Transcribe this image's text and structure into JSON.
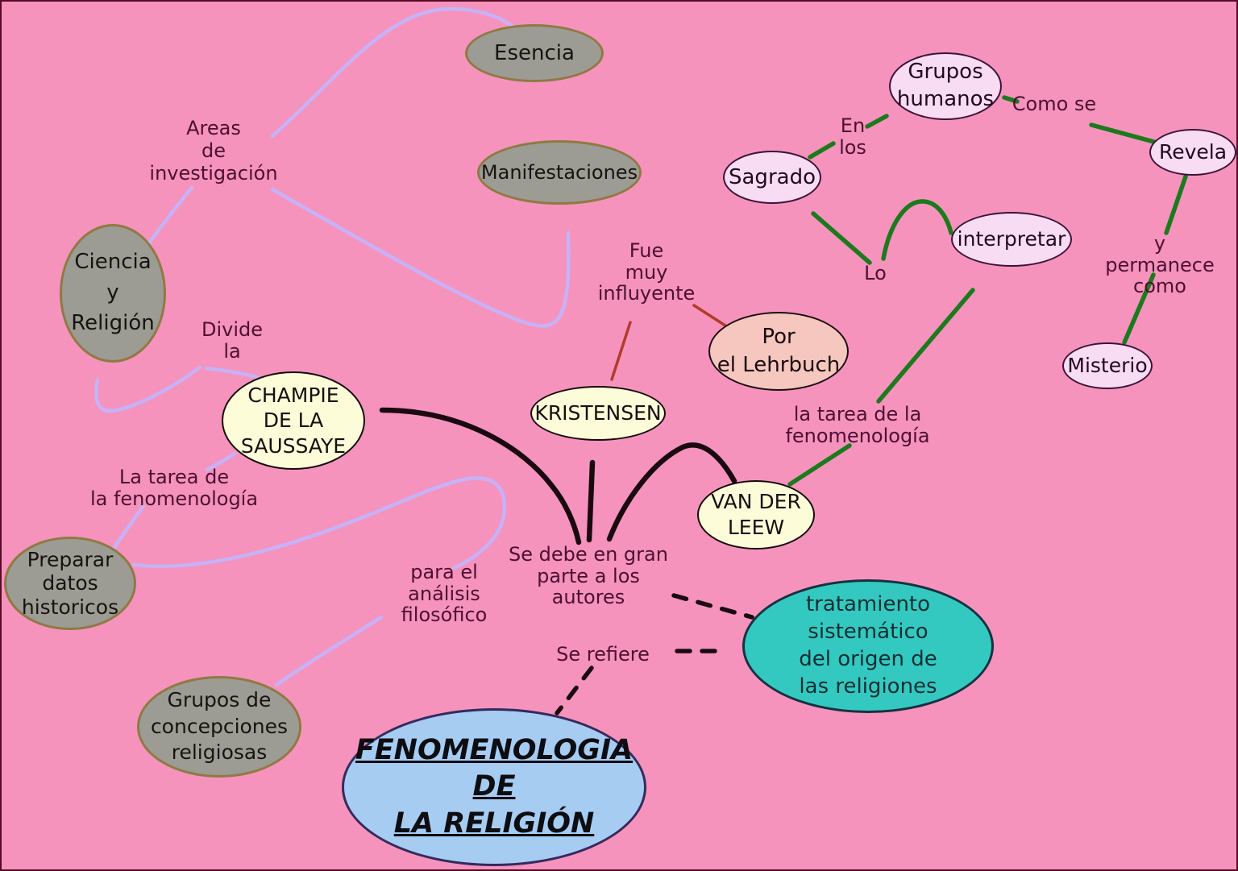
{
  "diagram_type": "concept-map",
  "background_color": "#f593bd",
  "palette": {
    "gray_node_fill": "#9c9c95",
    "gray_node_border": "#8f7a42",
    "pink_node_fill": "#f8dcf4",
    "pink_node_border": "#3e1338",
    "salmon_node_fill": "#f5c7bf",
    "yellow_node_fill": "#fdfcd9",
    "teal_node_fill": "#33c9c0",
    "blue_node_fill": "#a6ccf2",
    "lavender_link": "#c7b2f8",
    "green_link": "#1c7a1c",
    "darkred_link": "#b23b2c",
    "black_link": "#1a0a10",
    "label_text": "#4d1031"
  },
  "nodes": {
    "esencia": {
      "label": "Esencia",
      "fill": "#9c9c95"
    },
    "manifestaciones": {
      "label": "Manifestaciones",
      "fill": "#9c9c95"
    },
    "ciencia-religion": {
      "label": "Ciencia\ny\nReligión",
      "fill": "#9c9c95"
    },
    "preparar-datos": {
      "label": "Preparar\ndatos\nhistoricos",
      "fill": "#9c9c95"
    },
    "grupos-concepciones": {
      "label": "Grupos de\nconcepciones\nreligiosas",
      "fill": "#9c9c95"
    },
    "grupos-humanos": {
      "label": "Grupos\nhumanos",
      "fill": "#f8dcf4"
    },
    "sagrado": {
      "label": "Sagrado",
      "fill": "#f8dcf4"
    },
    "revela": {
      "label": "Revela",
      "fill": "#f8dcf4"
    },
    "interpretar": {
      "label": "interpretar",
      "fill": "#f8dcf4"
    },
    "misterio": {
      "label": "Misterio",
      "fill": "#f8dcf4"
    },
    "por-el-lehrbuch": {
      "label": "Por\nel Lehrbuch",
      "fill": "#f5c7bf"
    },
    "kristensen": {
      "label": "KRISTENSEN",
      "fill": "#fdfcd9"
    },
    "champie": {
      "label": "CHAMPIE\nDE LA\nSAUSSAYE",
      "fill": "#fdfcd9"
    },
    "van-der-leew": {
      "label": "VAN DER\nLEEW",
      "fill": "#fdfcd9"
    },
    "tratamiento": {
      "label": "tratamiento sistemático\ndel origen de\nlas religiones",
      "fill": "#33c9c0"
    },
    "fenomenologia": {
      "label": "FENOMENOLOGIA DE\nLA RELIGIÓN",
      "fill": "#a6ccf2"
    }
  },
  "labels": {
    "areas": "Areas\nde\ninvestigación",
    "divide-la": "Divide\nla",
    "la-tarea-left": "La tarea de\nla fenomenología",
    "fue-muy": "Fue\nmuy\ninfluyente",
    "en-los": "En\nlos",
    "como-se": "Como se",
    "lo": "Lo",
    "y-permanece": "y permanece\ncomo",
    "la-tarea-right": "la tarea de la\nfenomenología",
    "se-debe": "Se debe en gran\nparte a los\nautores",
    "para-el": "para el\nanálisis\nfilosófico",
    "se-refiere": "Se refiere"
  },
  "edges": [
    {
      "from": "areas",
      "to": "esencia",
      "color": "lavender",
      "arrow": false
    },
    {
      "from": "areas",
      "to": "ciencia-religion",
      "color": "lavender",
      "arrow": false
    },
    {
      "from": "areas",
      "to": "manifestaciones",
      "color": "lavender",
      "arrow": true
    },
    {
      "from": "champie",
      "via": "Divide la",
      "to": "ciencia-religion",
      "color": "lavender",
      "arrow": true
    },
    {
      "from": "champie",
      "via": "La tarea de la fenomenología",
      "to": "preparar-datos",
      "color": "lavender",
      "arrow": false
    },
    {
      "from": "preparar-datos",
      "to": "para el análisis filosófico",
      "color": "lavender",
      "arrow": false
    },
    {
      "from": "grupos-concepciones",
      "to": "para el análisis filosófico",
      "color": "lavender",
      "arrow": false
    },
    {
      "from": "sagrado",
      "via": "En los",
      "to": "grupos-humanos",
      "color": "green",
      "arrow": true
    },
    {
      "from": "grupos-humanos",
      "via": "Como se",
      "to": "revela",
      "color": "green",
      "arrow": false
    },
    {
      "from": "revela",
      "via": "y permanece como",
      "to": "misterio",
      "color": "green",
      "arrow": false
    },
    {
      "from": "Lo",
      "to": "sagrado",
      "color": "green",
      "arrow": true
    },
    {
      "from": "Lo",
      "to": "interpretar",
      "color": "green",
      "arrow": false
    },
    {
      "from": "van-der-leew",
      "via": "la tarea de la fenomenología",
      "to": "interpretar",
      "color": "green",
      "arrow": true
    },
    {
      "from": "kristensen",
      "via": "Fue muy influyente",
      "to": "por-el-lehrbuch",
      "color": "darkred",
      "arrow": false
    },
    {
      "from": "Se debe en gran parte a los autores",
      "to": "champie",
      "color": "black",
      "arrow": true
    },
    {
      "from": "Se debe en gran parte a los autores",
      "to": "kristensen",
      "color": "black",
      "arrow": true
    },
    {
      "from": "Se debe en gran parte a los autores",
      "to": "van-der-leew",
      "color": "black",
      "arrow": false
    },
    {
      "from": "Se debe en gran parte a los autores",
      "to": "tratamiento",
      "color": "black-dashed",
      "arrow": false
    },
    {
      "from": "Se refiere",
      "to": "tratamiento",
      "color": "black-dashed",
      "arrow": true
    },
    {
      "from": "Se refiere",
      "to": "fenomenologia",
      "color": "black-dashed",
      "arrow": false
    }
  ]
}
